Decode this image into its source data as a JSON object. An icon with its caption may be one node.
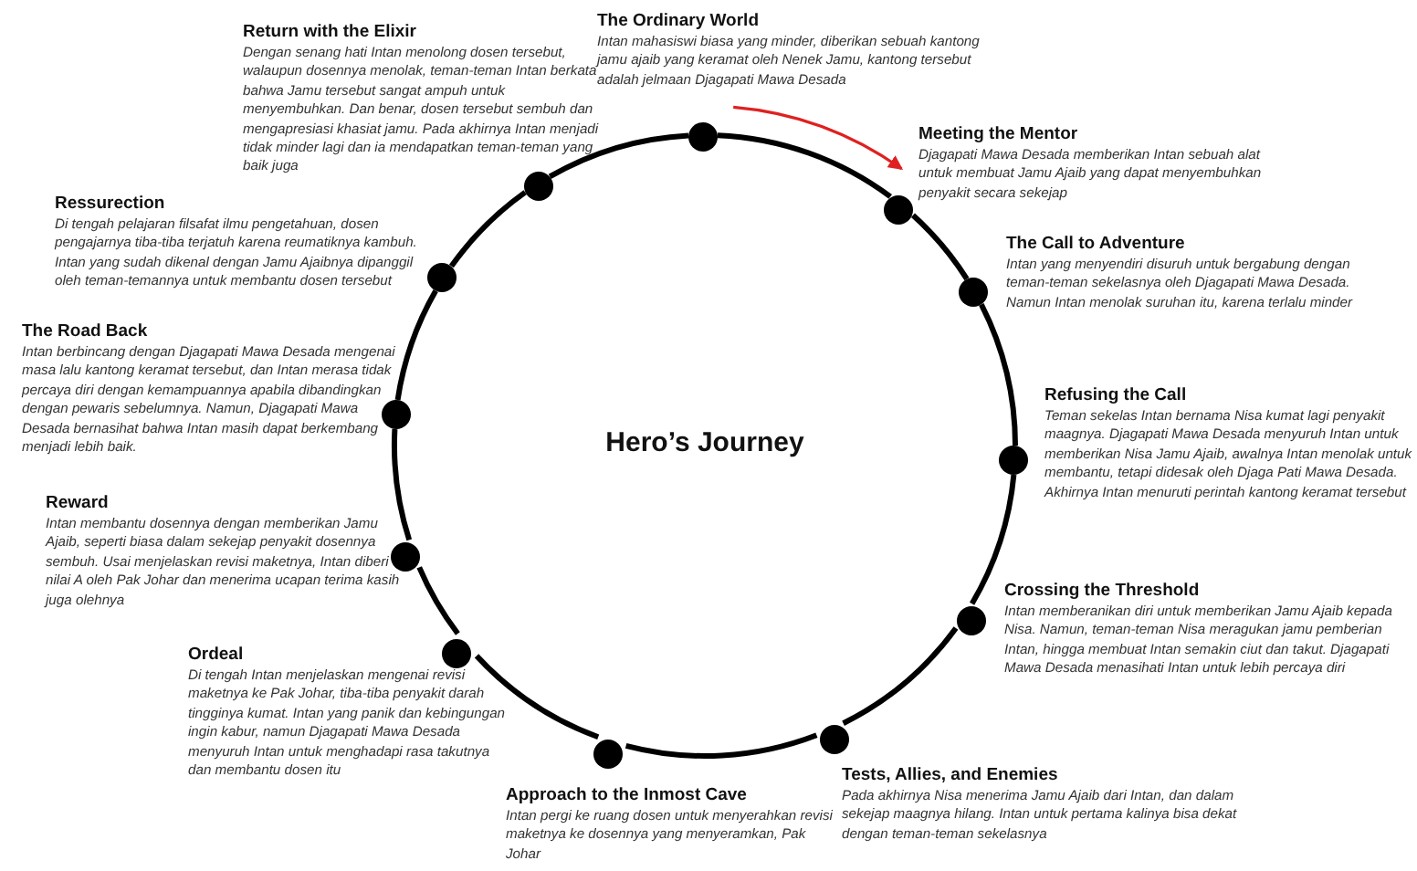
{
  "diagram": {
    "title": "Hero’s Journey",
    "nodes": [
      {
        "text": [],
        "shape": "circle",
        "beside": [
          "The Ordinary World",
          "Intan mahasiswi biasa yang minder, diberikan sebuah kantong jamu ajaib yang keramat oleh Nenek Jamu, kantong tersebut adalah jelmaan Djagapati Mawa Desada"
        ]
      },
      {
        "text": [],
        "shape": "circle",
        "beside": [
          "Meeting the Mentor",
          "Djagapati Mawa Desada memberikan Intan sebuah alat untuk membuat Jamu Ajaib yang dapat menyembuhkan penyakit secara sekejap"
        ]
      },
      {
        "text": [],
        "shape": "circle",
        "beside": [
          "The Call to Adventure",
          "Intan yang menyendiri disuruh untuk bergabung dengan teman-teman sekelasnya oleh Djagapati Mawa Desada. Namun Intan menolak suruhan itu, karena terlalu minder"
        ]
      },
      {
        "text": [],
        "shape": "circle",
        "beside": [
          "Refusing the Call",
          "Teman sekelas Intan bernama Nisa kumat lagi penyakit maagnya. Djagapati Mawa Desada menyuruh Intan untuk memberikan Nisa Jamu Ajaib, awalnya Intan menolak untuk membantu, tetapi didesak oleh Djaga Pati Mawa Desada. Akhirnya Intan menuruti perintah kantong keramat tersebut"
        ]
      },
      {
        "text": [],
        "shape": "circle",
        "beside": [
          "Crossing the Threshold",
          "Intan memberanikan diri untuk memberikan Jamu Ajaib kepada Nisa. Namun, teman-teman Nisa meragukan jamu pemberian Intan, hingga membuat Intan semakin ciut dan takut. Djagapati Mawa Desada menasihati Intan untuk lebih percaya diri"
        ]
      },
      {
        "text": [],
        "shape": "circle",
        "beside": [
          "Tests, Allies, and Enemies",
          "Pada akhirnya Nisa menerima Jamu Ajaib dari Intan, dan dalam sekejap maagnya hilang. Intan untuk pertama kalinya bisa dekat dengan teman-teman sekelasnya"
        ]
      },
      {
        "text": [],
        "shape": "circle",
        "beside": [
          "Approach to the Inmost Cave",
          "Intan pergi ke ruang dosen untuk menyerahkan revisi maketnya ke dosennya yang menyeramkan, Pak Johar"
        ]
      },
      {
        "text": [],
        "shape": "circle",
        "beside": [
          "Ordeal",
          "Di tengah Intan menjelaskan mengenai revisi maketnya ke Pak Johar, tiba-tiba penyakit darah tingginya kumat. Intan yang panik dan kebingungan ingin kabur, namun Djagapati Mawa Desada menyuruh Intan untuk menghadapi rasa takutnya dan membantu dosen itu"
        ]
      },
      {
        "text": [],
        "shape": "circle",
        "beside": [
          "Reward",
          "Intan membantu dosennya dengan memberikan Jamu Ajaib, seperti biasa dalam sekejap penyakit dosennya sembuh. Usai menjelaskan revisi maketnya, Intan diberi nilai A oleh Pak Johar dan menerima ucapan terima kasih juga olehnya"
        ]
      },
      {
        "text": [],
        "shape": "circle",
        "beside": [
          "The Road Back",
          "Intan berbincang dengan Djagapati Mawa Desada mengenai masa lalu kantong keramat tersebut, dan Intan merasa tidak percaya diri dengan kemampuannya apabila dibandingkan dengan pewaris sebelumnya. Namun, Djagapati Mawa Desada bernasihat bahwa Intan masih dapat berkembang menjadi lebih baik."
        ]
      },
      {
        "text": [],
        "shape": "circle",
        "beside": [
          "Ressurection",
          "Di tengah pelajaran filsafat ilmu pengetahuan, dosen pengajarnya tiba-tiba terjatuh karena reumatiknya kambuh. Intan yang sudah dikenal dengan Jamu Ajaibnya dipanggil oleh teman-temannya untuk membantu dosen tersebut"
        ]
      },
      {
        "text": [],
        "shape": "circle",
        "beside": [
          "Return with the Elixir",
          "Dengan senang hati Intan menolong dosen tersebut, walaupun dosennya menolak, teman-teman Intan berkata bahwa Jamu tersebut sangat ampuh untuk menyembuhkan. Dan benar, dosen tersebut sembuh dan mengapresiasi khasiat jamu. Pada akhirnya Intan menjadi tidak minder lagi dan ia mendapatkan teman-teman yang baik juga"
        ]
      }
    ],
    "edges": [
      {
        "from": 0,
        "to": 1,
        "arrow": "none"
      },
      {
        "from": 1,
        "to": 2,
        "arrow": "none"
      },
      {
        "from": 2,
        "to": 3,
        "arrow": "none"
      },
      {
        "from": 3,
        "to": 4,
        "arrow": "none"
      },
      {
        "from": 4,
        "to": 5,
        "arrow": "none"
      },
      {
        "from": 5,
        "to": 6,
        "arrow": "none"
      },
      {
        "from": 6,
        "to": 7,
        "arrow": "none"
      },
      {
        "from": 7,
        "to": 8,
        "arrow": "none"
      },
      {
        "from": 8,
        "to": 9,
        "arrow": "none"
      },
      {
        "from": 9,
        "to": 10,
        "arrow": "none"
      },
      {
        "from": 10,
        "to": 11,
        "arrow": "none"
      },
      {
        "from": 11,
        "to": 0,
        "arrow": "none"
      },
      {
        "from": 0,
        "to": 1,
        "arrow": "to",
        "color": "#e02020"
      }
    ]
  }
}
